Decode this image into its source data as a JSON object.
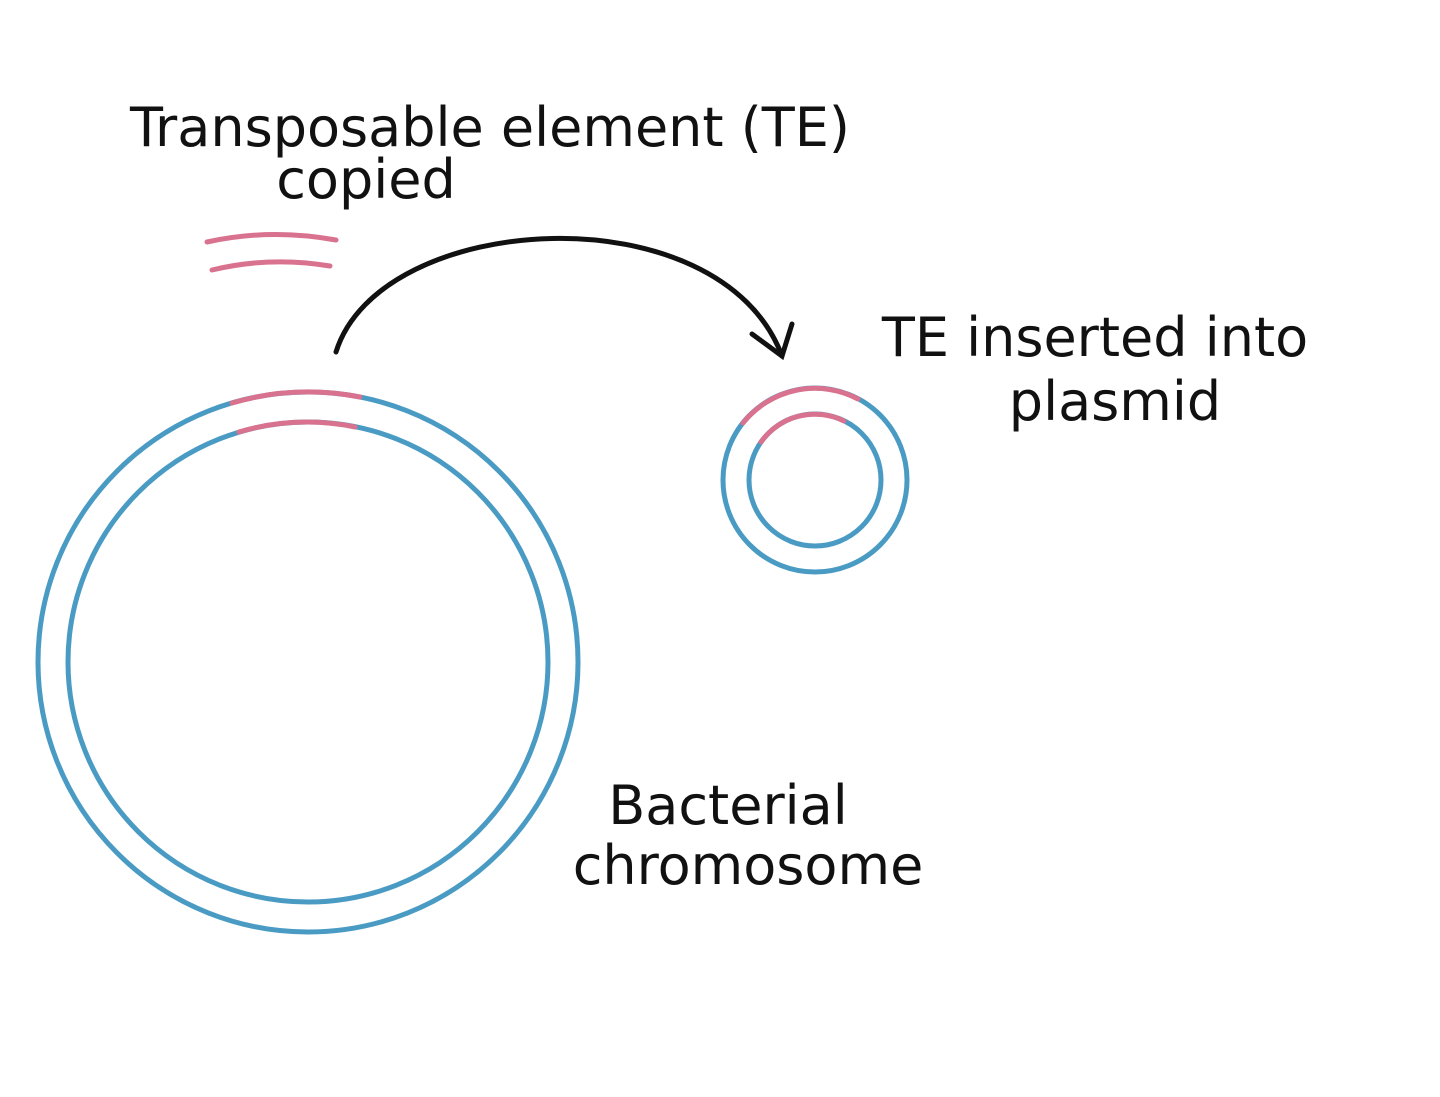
{
  "labels": {
    "te_copied_line1": "Transposable element (TE)",
    "te_copied_line2": "copied",
    "te_inserted_line1": "TE inserted into",
    "te_inserted_line2": "plasmid",
    "chromosome_line1": "Bacterial",
    "chromosome_line2": "chromosome"
  },
  "colors": {
    "dna_strand": "#4a9bc4",
    "transposable_element": "#d9728f",
    "arrow": "#111111",
    "text": "#111111"
  }
}
